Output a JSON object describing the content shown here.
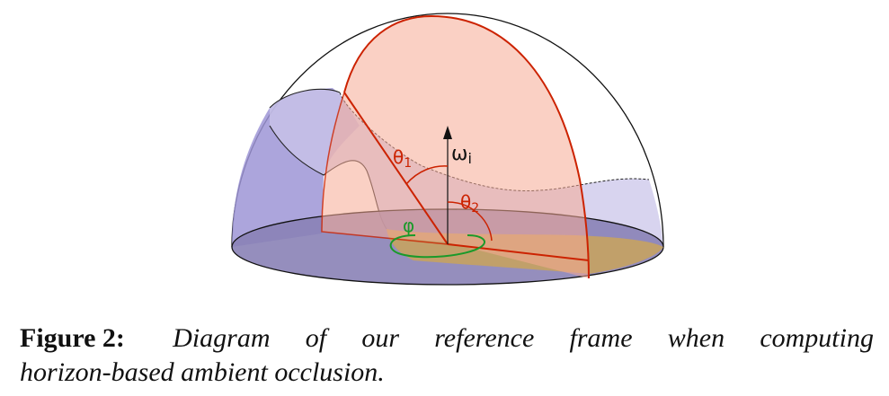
{
  "diagram": {
    "labels": {
      "omega": "ω",
      "omega_sub": "i",
      "theta1": "θ",
      "theta1_sub": "1",
      "theta2": "θ",
      "theta2_sub": "2",
      "phi": "φ"
    },
    "colors": {
      "outline": "#111111",
      "hemisphere_left": "#9a92d4",
      "hemisphere_right": "#d8d4ee",
      "base_disc": "#8e86b8",
      "slice_fill": "#f7b8a6",
      "slice_stroke": "#cc2200",
      "horizon_fill": "#cfa55e",
      "angle_red": "#cc2200",
      "phi_green": "#1a9a2a"
    }
  },
  "caption": {
    "label": "Figure 2:",
    "words_line1": [
      "Diagram",
      "of",
      "our",
      "reference",
      "frame",
      "when",
      "computing"
    ],
    "line2": "horizon-based ambient occlusion."
  }
}
